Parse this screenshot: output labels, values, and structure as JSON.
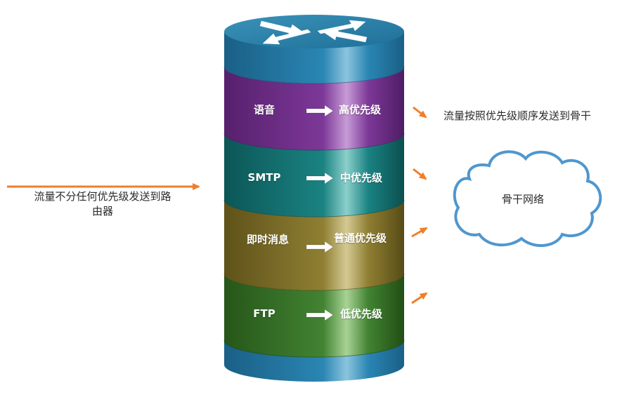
{
  "colors": {
    "arrow": "#f07e2a",
    "cloud_stroke": "#4f97cf",
    "cap_top": "#2a7fa6",
    "cap_bottom": "#1e6e95",
    "band_voice": "#7a3592",
    "band_smtp": "#18807f",
    "band_im": "#8a7a2e",
    "band_ftp": "#3f7d2f"
  },
  "labels": {
    "incoming": "流量不分任何优先级发送到路由器",
    "incoming_line1": "流量不分任何优先级发送到路",
    "incoming_line2": "由器",
    "outgoing": "流量按照优先级顺序发送到骨干",
    "cloud": "骨干网络"
  },
  "router_icon": "router-crossed-arrows-icon",
  "bands": [
    {
      "name": "语音",
      "priority": "高优先级",
      "color_key": "band_voice"
    },
    {
      "name": "SMTP",
      "priority": "中优先级",
      "color_key": "band_smtp"
    },
    {
      "name": "即时消息",
      "priority": "普通优先级",
      "color_key": "band_im"
    },
    {
      "name": "FTP",
      "priority": "低优先级",
      "color_key": "band_ftp"
    }
  ]
}
